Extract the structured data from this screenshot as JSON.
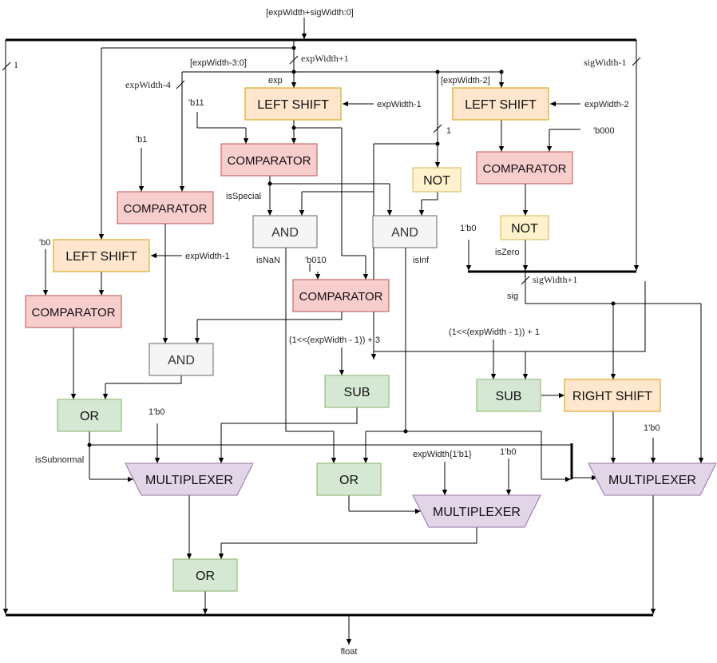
{
  "blocks": {
    "left_shift_exp": "LEFT SHIFT",
    "left_shift_sig": "LEFT SHIFT",
    "left_shift_sub": "LEFT SHIFT",
    "comparator_special": "COMPARATOR",
    "comparator_zero": "COMPARATOR",
    "comparator_exp4": "COMPARATOR",
    "comparator_nan": "COMPARATOR",
    "comparator_b0": "COMPARATOR",
    "not_inf": "NOT",
    "not_zero": "NOT",
    "and_nan": "AND",
    "and_inf": "AND",
    "and_sub": "AND",
    "or_subnormal": "OR",
    "or_mid": "OR",
    "or_out": "OR",
    "sub_left": "SUB",
    "sub_right": "SUB",
    "right_shift": "RIGHT SHIFT",
    "mux_left": "MULTIPLEXER",
    "mux_mid": "MULTIPLEXER",
    "mux_right": "MULTIPLEXER"
  },
  "labels": {
    "input": "[expWidth+sigWidth:0]",
    "one_top": "1",
    "exp_width_plus1": "expWidth+1",
    "exp_range": "[expWidth-3:0]",
    "sig_width_minus1": "sigWidth-1",
    "exp_width_minus4": "expWidth-4",
    "exp": "exp",
    "exp_width_minus2_bit": "[expWidth-2]",
    "exp_width_minus1_a": "expWidth-1",
    "exp_width_minus2": "expWidth-2",
    "b11": "'b11",
    "b000": "'b000",
    "one_mid": "1",
    "b1": "'b1",
    "is_special": "isSpecial",
    "b0": "'b0",
    "exp_width_minus1_b": "expWidth-1",
    "is_nan": "isNaN",
    "b010": "'b010",
    "is_inf": "isInf",
    "one_b0_a": "1'b0",
    "is_zero": "isZero",
    "sig_width_plus1": "sigWidth+1",
    "sig": "sig",
    "expr_3": "(1<<(expWidth - 1)) + 3",
    "expr_1": "(1<<(expWidth - 1)) + 1",
    "one_b0_b": "1'b0",
    "is_subnormal": "isSubnormal",
    "one_b0_c": "1'b0",
    "exp_width_1b1": "expWidth{1'b1}",
    "one_b0_d": "1'b0",
    "output": "float"
  },
  "colors": {
    "shift_fill": "#ffe6cc",
    "shift_stroke": "#d79b00",
    "comp_fill": "#f8cecc",
    "comp_stroke": "#b85450",
    "not_fill": "#fff2cc",
    "not_stroke": "#d6b656",
    "and_fill": "#f5f5f5",
    "and_stroke": "#666666",
    "arith_fill": "#d5e8d4",
    "arith_stroke": "#82b366",
    "mux_fill": "#e1d5e7",
    "mux_stroke": "#9673a6"
  }
}
